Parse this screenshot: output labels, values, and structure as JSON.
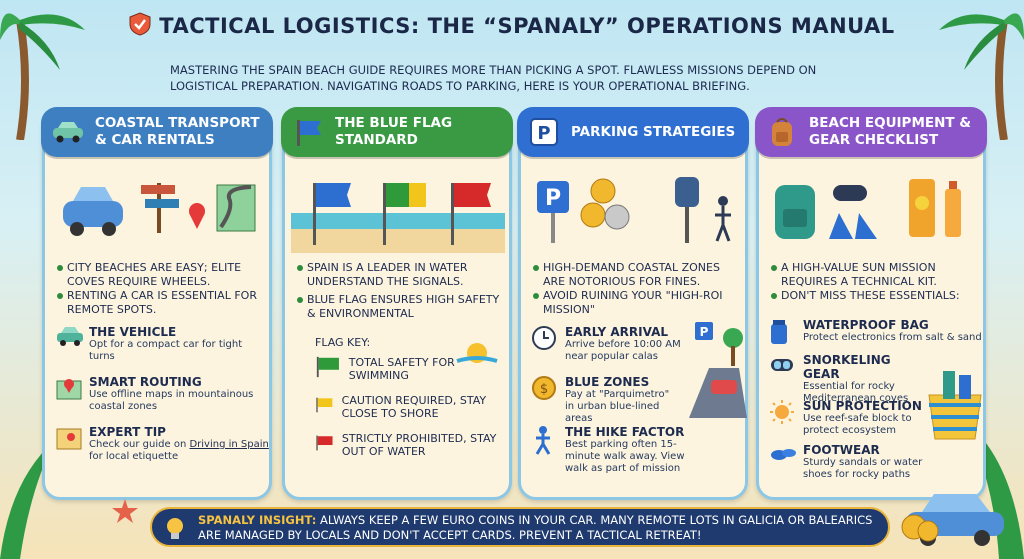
{
  "title": "Tactical Logistics: The “Spanaly” Operations Manual",
  "intro": "Mastering the Spain beach guide requires more than picking a spot. Flawless missions depend on logistical preparation. Navigating roads to parking, here is your operational briefing.",
  "colors": {
    "transport": "#3d7fc1",
    "blueflag": "#3a9a44",
    "parking": "#2f6fd1",
    "gear": "#8a55c9"
  },
  "panels": [
    {
      "header": "Coastal Transport & Car Rentals",
      "icon": "car-icon",
      "bullets": [
        "City beaches are easy; Elite coves require wheels.",
        "Renting a car is essential for remote spots."
      ],
      "items": [
        {
          "title": "The Vehicle",
          "text": "Opt for a compact car for tight turns",
          "icon": "car-icon"
        },
        {
          "title": "Smart Routing",
          "text": "Use offline maps in mountainous coastal zones",
          "icon": "map-pin-icon"
        },
        {
          "title": "Expert Tip",
          "text_before": "Check our guide on ",
          "link": "Driving in Spain",
          "text_after": " for local etiquette",
          "icon": "map-icon"
        }
      ]
    },
    {
      "header": "The Blue Flag Standard",
      "icon": "blue-flag-icon",
      "bullets": [
        "Spain is a leader in water understand the signals.",
        "Blue Flag ensures high safety & environmental"
      ],
      "flag_key": "Flag Key:",
      "flags": [
        {
          "color": "#2f9a3a",
          "text": "Total safety for swimming"
        },
        {
          "color": "#f2c51a",
          "text": "Caution required, stay close to shore"
        },
        {
          "color": "#d62a2a",
          "text": "Strictly prohibited, stay out of water"
        }
      ]
    },
    {
      "header": "Parking Strategies",
      "icon": "parking-icon",
      "bullets": [
        "High-demand coastal zones are notorious for fines.",
        "Avoid ruining your \"High-ROI Mission\""
      ],
      "items": [
        {
          "title": "Early Arrival",
          "text": "Arrive before 10:00 AM near popular calas",
          "icon": "clock-icon"
        },
        {
          "title": "Blue Zones",
          "text": "Pay at \"Parquimetro\" in urban blue-lined areas",
          "icon": "coin-icon"
        },
        {
          "title": "The Hike Factor",
          "text": "Best parking often 15-minute walk away. View walk as part of mission",
          "icon": "hiker-icon"
        }
      ]
    },
    {
      "header": "Beach Equipment & Gear Checklist",
      "icon": "backpack-icon",
      "bullets": [
        "A high-value sun mission requires a technical kit.",
        "Don't miss these essentials:"
      ],
      "items": [
        {
          "title": "Waterproof Bag",
          "text": "Protect electronics from salt & sand",
          "icon": "dry-bag-icon"
        },
        {
          "title": "Snorkeling Gear",
          "text": "Essential for rocky Mediterranean coves",
          "icon": "snorkel-icon"
        },
        {
          "title": "Sun Protection",
          "text": "Use reef-safe block to protect ecosystem",
          "icon": "sun-icon"
        },
        {
          "title": "Footwear",
          "text": "Sturdy sandals or water shoes for rocky paths",
          "icon": "sandal-icon"
        }
      ]
    }
  ],
  "insight": {
    "label": "Spanaly Insight:",
    "text": " Always keep a few Euro coins in your car. Many remote lots in Galicia or Balearics are managed by locals and don't accept cards. Prevent a tactical retreat!"
  }
}
